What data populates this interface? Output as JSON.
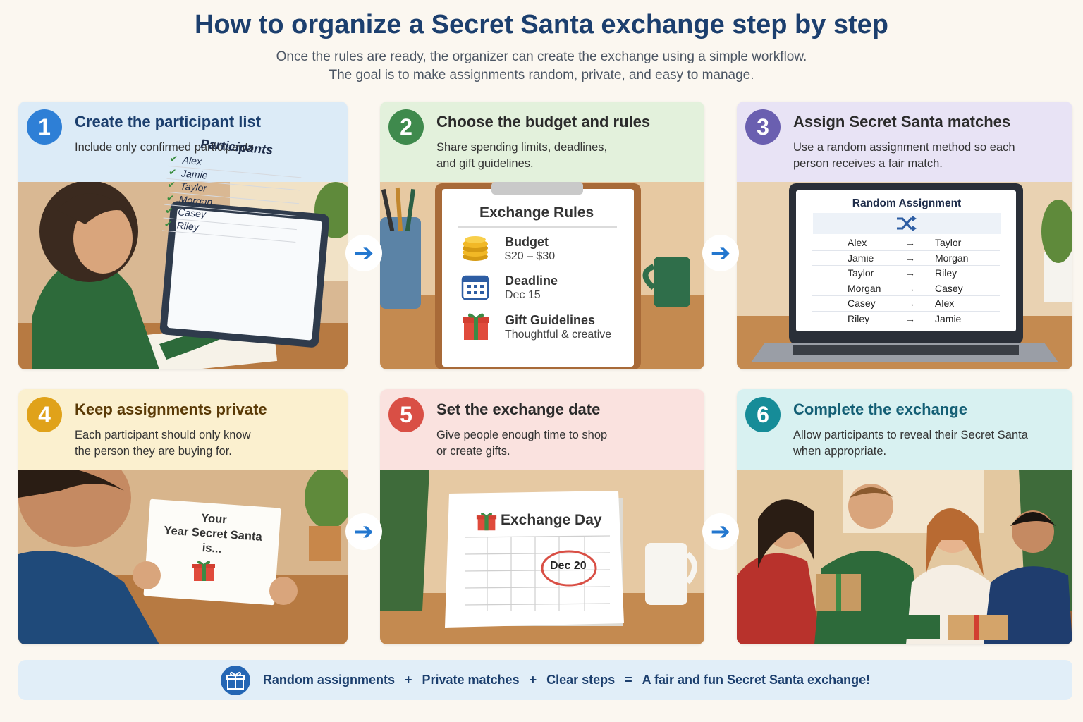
{
  "header": {
    "title": "How to organize a Secret Santa exchange step by step",
    "subtitle_line1": "Once the rules are ready, the organizer can create the exchange using a simple workflow.",
    "subtitle_line2": "The goal is to make assignments random, private, and easy to manage."
  },
  "steps": [
    {
      "number": "1",
      "title": "Create the participant list",
      "desc": [
        "Include only confirmed participants."
      ],
      "color": "#2e7fd6",
      "head_bg": "#dcebf7",
      "title_color": "#1c3f6e"
    },
    {
      "number": "2",
      "title": "Choose the budget and rules",
      "desc": [
        "Share spending limits, deadlines,",
        "and gift guidelines."
      ],
      "color": "#3f8a4d",
      "head_bg": "#e3f1dc",
      "title_color": "#2b2b2b"
    },
    {
      "number": "3",
      "title": "Assign Secret Santa matches",
      "desc": [
        "Use a random assignment method so each",
        "person receives a fair match."
      ],
      "color": "#6a5fb0",
      "head_bg": "#e8e3f5",
      "title_color": "#2b2b2b"
    },
    {
      "number": "4",
      "title": "Keep assignments private",
      "desc": [
        "Each participant should only know",
        "the person they are buying for."
      ],
      "color": "#e0a21a",
      "head_bg": "#fbf0cf",
      "title_color": "#5a3a06"
    },
    {
      "number": "5",
      "title": "Set the exchange date",
      "desc": [
        "Give people enough time to shop",
        "or create gifts."
      ],
      "color": "#d94f45",
      "head_bg": "#fae2df",
      "title_color": "#2b2b2b"
    },
    {
      "number": "6",
      "title": "Complete the exchange",
      "desc": [
        "Allow participants to reveal their Secret Santa",
        "when appropriate."
      ],
      "color": "#168c98",
      "head_bg": "#d8f1f1",
      "title_color": "#145f75"
    }
  ],
  "participants": {
    "heading": "Participants",
    "names": [
      "Alex",
      "Jamie",
      "Taylor",
      "Morgan",
      "Casey",
      "Riley"
    ]
  },
  "rules": {
    "heading": "Exchange Rules",
    "items": [
      {
        "label": "Budget",
        "value": "$20 – $30",
        "icon": "coins-icon"
      },
      {
        "label": "Deadline",
        "value": "Dec 15",
        "icon": "calendar-icon"
      },
      {
        "label": "Gift Guidelines",
        "value": "Thoughtful & creative",
        "icon": "gift-icon"
      }
    ]
  },
  "assignment": {
    "heading": "Random Assignment",
    "arrow": "→",
    "pairs": [
      {
        "from": "Alex",
        "to": "Taylor"
      },
      {
        "from": "Jamie",
        "to": "Morgan"
      },
      {
        "from": "Taylor",
        "to": "Riley"
      },
      {
        "from": "Morgan",
        "to": "Casey"
      },
      {
        "from": "Casey",
        "to": "Alex"
      },
      {
        "from": "Riley",
        "to": "Jamie"
      }
    ]
  },
  "note_card": {
    "line1": "Your",
    "line2": "Year Secret Santa",
    "line3": "is..."
  },
  "calendar": {
    "heading": "Exchange Day",
    "date": "Dec 20"
  },
  "flow_arrow": "➔",
  "footer": {
    "parts": [
      "Random assignments",
      "+",
      "Private matches",
      "+",
      "Clear steps",
      "=",
      "A fair and fun Secret Santa exchange!"
    ]
  }
}
